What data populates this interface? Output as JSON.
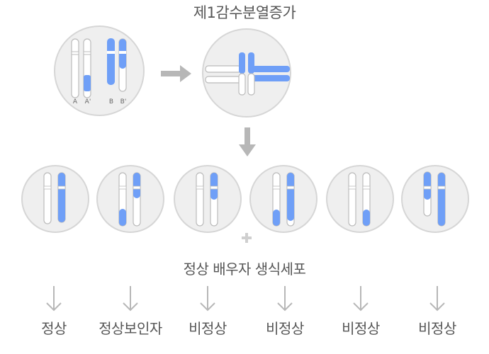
{
  "title": "제1감수분열증가",
  "subtitle": "정상 배우자 생식세포",
  "chromosome_labels": [
    "A",
    "A'",
    "B",
    "B'"
  ],
  "outcome_labels": [
    "정상",
    "정상보인자",
    "비정상",
    "비정상",
    "비정상",
    "비정상"
  ],
  "colors": {
    "blue": "#6f9ff7",
    "blue_stroke": "#5a8be8",
    "cell_fill": "#efefef",
    "cell_stroke": "#d6d6d6",
    "arrow": "#b7b7b7"
  }
}
